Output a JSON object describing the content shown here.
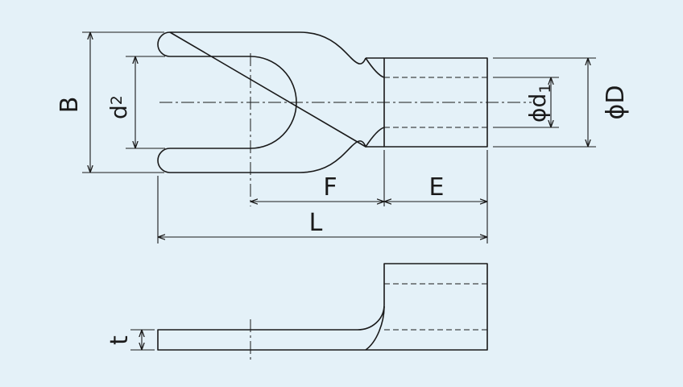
{
  "diagram": {
    "background": "#e4f1f8",
    "stroke_color": "#1a1a1a",
    "labels": {
      "B": "B",
      "d2": "d",
      "d2_sub": "2",
      "phi_d1": "ϕd",
      "phi_d1_sub": "1",
      "phi_D": "ϕD",
      "F": "F",
      "E": "E",
      "L": "L",
      "t": "t"
    }
  }
}
